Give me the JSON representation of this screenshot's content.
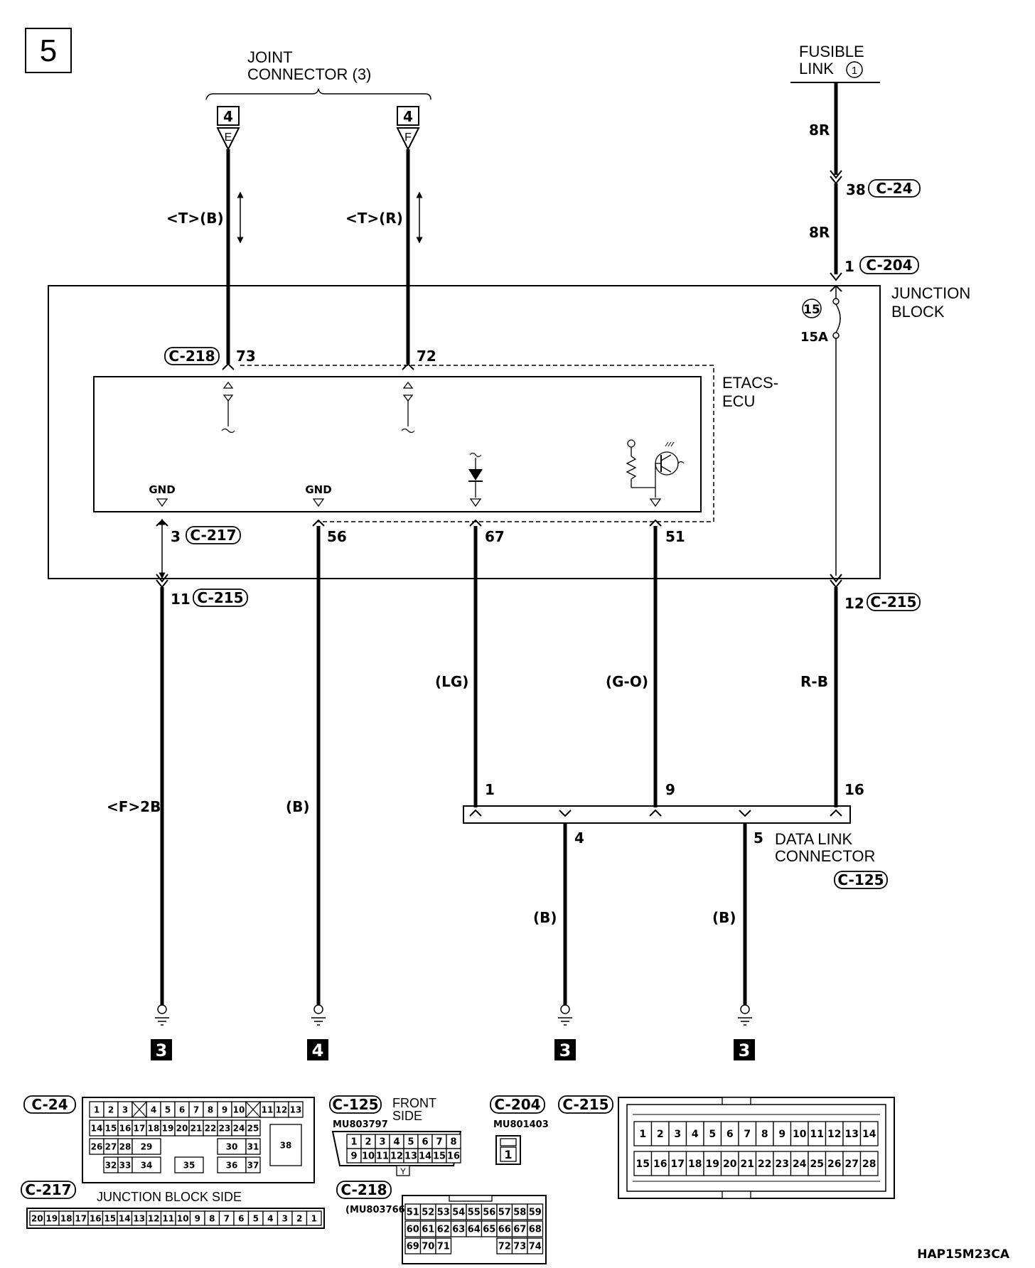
{
  "page_number": "5",
  "diagram_code": "HAP15M23CA",
  "joint_connector": {
    "line1": "JOINT",
    "line2": "CONNECTOR (3)",
    "ref_num": "4",
    "ref_left": "E",
    "ref_right": "F"
  },
  "fusible_link": {
    "line1": "FUSIBLE",
    "line2": "LINK",
    "num": "1"
  },
  "junction_block": {
    "line1": "JUNCTION",
    "line2": "BLOCK",
    "fuse_num": "15",
    "fuse_rating": "15A"
  },
  "etacs": {
    "line1": "ETACS-",
    "line2": "ECU",
    "gnd": "GND"
  },
  "wires": {
    "tb": "<T>(B)",
    "tr": "<T>(R)",
    "r8": "8R",
    "f2b": "<F>2B",
    "b": "(B)",
    "lg": "(LG)",
    "go": "(G-O)",
    "rb": "R-B"
  },
  "pins": {
    "p38": "38",
    "p1": "1",
    "p73": "73",
    "p72": "72",
    "p3": "3",
    "p56": "56",
    "p67": "67",
    "p51": "51",
    "p11": "11",
    "p12": "12",
    "d1": "1",
    "d9": "9",
    "d16": "16",
    "d4": "4",
    "d5": "5"
  },
  "connectors": {
    "c24": "C-24",
    "c204": "C-204",
    "c218": "C-218",
    "c217": "C-217",
    "c215": "C-215",
    "c125": "C-125"
  },
  "data_link": {
    "line1": "DATA LINK",
    "line2": "CONNECTOR"
  },
  "grounds": [
    "3",
    "4",
    "3",
    "3"
  ],
  "bottom": {
    "c24_label": "C-24",
    "c24_rows": [
      [
        "1",
        "2",
        "3",
        "4",
        "5",
        "6",
        "7",
        "8",
        "9",
        "10",
        "11",
        "12",
        "13"
      ],
      [
        "14",
        "15",
        "16",
        "17",
        "18",
        "19",
        "20",
        "21",
        "22",
        "23",
        "24",
        "25"
      ],
      [
        "26",
        "27",
        "28",
        "29",
        "30",
        "31"
      ],
      [
        "32",
        "33",
        "34",
        "35",
        "36",
        "37"
      ],
      [
        "38"
      ]
    ],
    "c217_label": "C-217",
    "jb_side": "JUNCTION BLOCK SIDE",
    "c217_pins": [
      "20",
      "19",
      "18",
      "17",
      "16",
      "15",
      "14",
      "13",
      "12",
      "11",
      "10",
      "9",
      "8",
      "7",
      "6",
      "5",
      "4",
      "3",
      "2",
      "1"
    ],
    "c125_label": "C-125",
    "front_line1": "FRONT",
    "front_line2": "SIDE",
    "c125_part": "MU803797",
    "c125_top": [
      "1",
      "2",
      "3",
      "4",
      "5",
      "6",
      "7",
      "8"
    ],
    "c125_bot": [
      "9",
      "10",
      "11",
      "12",
      "13",
      "14",
      "15",
      "16"
    ],
    "c125_color": "Y",
    "c204_label": "C-204",
    "c204_part": "MU801403",
    "c204_pin": "1",
    "c215_label": "C-215",
    "c215_top": [
      "1",
      "2",
      "3",
      "4",
      "5",
      "6",
      "7",
      "8",
      "9",
      "10",
      "11",
      "12",
      "13",
      "14"
    ],
    "c215_bot": [
      "15",
      "16",
      "17",
      "18",
      "19",
      "20",
      "21",
      "22",
      "23",
      "24",
      "25",
      "26",
      "27",
      "28"
    ],
    "c218_label": "C-218",
    "c218_part": "(MU803766)",
    "c218_r1": [
      "51",
      "52",
      "53",
      "54",
      "55",
      "56",
      "57",
      "58",
      "59"
    ],
    "c218_r2": [
      "60",
      "61",
      "62",
      "63",
      "64",
      "65",
      "66",
      "67",
      "68"
    ],
    "c218_r3": [
      "69",
      "70",
      "71",
      "72",
      "73",
      "74"
    ]
  }
}
